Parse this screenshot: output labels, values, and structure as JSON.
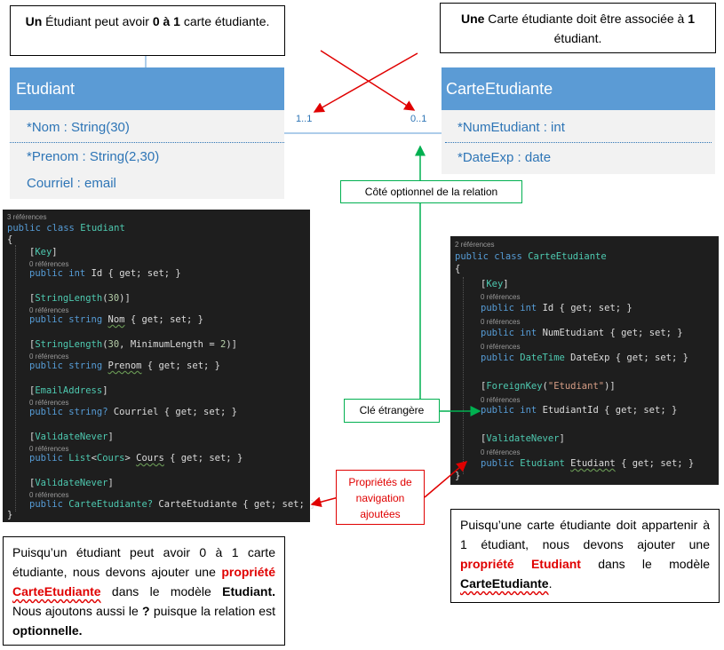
{
  "note_top_left": {
    "bold1": "Un",
    "text1": " Étudiant peut avoir ",
    "bold2": "0 à 1",
    "text2": " carte étudiante."
  },
  "note_top_right": {
    "bold1": "Une",
    "text1": " Carte étudiante doit être associée à ",
    "bold2": "1",
    "text2": " étudiant."
  },
  "entity_etudiant": {
    "title": "Etudiant",
    "attrs": [
      "*Nom : String(30)",
      "*Prenom : String(2,30)",
      "Courriel : email"
    ]
  },
  "entity_carte": {
    "title": "CarteEtudiante",
    "attrs": [
      "*NumEtudiant : int",
      "*DateExp : date"
    ]
  },
  "multiplicity": {
    "left": "1..1",
    "right": "0..1"
  },
  "label_optional": "Côté optionnel de la relation",
  "label_fk": "Clé étrangère",
  "label_nav": [
    "Propriétés de",
    "navigation",
    "ajoutées"
  ],
  "code_etudiant": {
    "refs_class": "3 références",
    "refs_zero": "0 références",
    "class_line": [
      "public",
      "class",
      "Etudiant"
    ],
    "open": "{",
    "close": "}",
    "attr_key": "Key",
    "prop_id": [
      "public",
      "int",
      "Id",
      "{ get; set; }"
    ],
    "attr_len": "StringLength",
    "attr_len_arg": "30",
    "prop_nom": [
      "public",
      "string",
      "Nom",
      "{ get; set; }"
    ],
    "attr_len2_arg1": "30",
    "attr_len2_arg2": "MinimumLength = ",
    "attr_len2_arg3": "2",
    "prop_prenom": [
      "public",
      "string",
      "Prenom",
      "{ get; set; }"
    ],
    "attr_email": "EmailAddress",
    "prop_courriel": [
      "public",
      "string?",
      "Courriel",
      "{ get; set; }"
    ],
    "attr_vn": "ValidateNever",
    "prop_cours": [
      "public",
      "List",
      "Cours",
      "Cours",
      "{ get; set; }"
    ],
    "prop_carte": [
      "public",
      "CarteEtudiante?",
      "CarteEtudiante",
      "{ get; set; }"
    ]
  },
  "code_carte": {
    "refs_class": "2 références",
    "refs_zero": "0 références",
    "class_line": [
      "public",
      "class",
      "CarteEtudiante"
    ],
    "open": "{",
    "close": "}",
    "attr_key": "Key",
    "prop_id": [
      "public",
      "int",
      "Id",
      "{ get; set; }"
    ],
    "prop_num": [
      "public",
      "int",
      "NumEtudiant",
      "{ get; set; }"
    ],
    "prop_date": [
      "public",
      "DateTime",
      "DateExp",
      "{ get; set; }"
    ],
    "attr_fk": "ForeignKey",
    "attr_fk_arg": "\"Etudiant\"",
    "prop_eid": [
      "public",
      "int",
      "EtudiantId",
      "{ get; set; }"
    ],
    "attr_vn": "ValidateNever",
    "prop_etu": [
      "public",
      "Etudiant",
      "Etudiant",
      "{ get; set; }"
    ]
  },
  "note_bottom_left": {
    "t1": "Puisqu’un étudiant peut avoir 0 à 1 carte étudiante, nous devons ajouter une ",
    "r1": "propriété ",
    "r2": "CarteEtudiante",
    "t2": " dans le modèle ",
    "b1": "Etudiant.",
    "t3": " Nous ajoutons aussi le ",
    "b2": "?",
    "t4": " puisque la relation est ",
    "b3": "optionnelle."
  },
  "note_bottom_right": {
    "t1": "Puisqu’une carte étudiante doit appartenir à 1 étudiant, nous devons ajouter une ",
    "r1": "propriété Etudiant",
    "t2": " dans le modèle ",
    "b1": "CarteEtudiante",
    "t3": "."
  },
  "colors": {
    "entity_header": "#5b9bd5",
    "entity_text": "#2e75b6",
    "arrow_red": "#e00000",
    "arrow_green": "#00b050",
    "code_bg": "#1e1e1e"
  }
}
